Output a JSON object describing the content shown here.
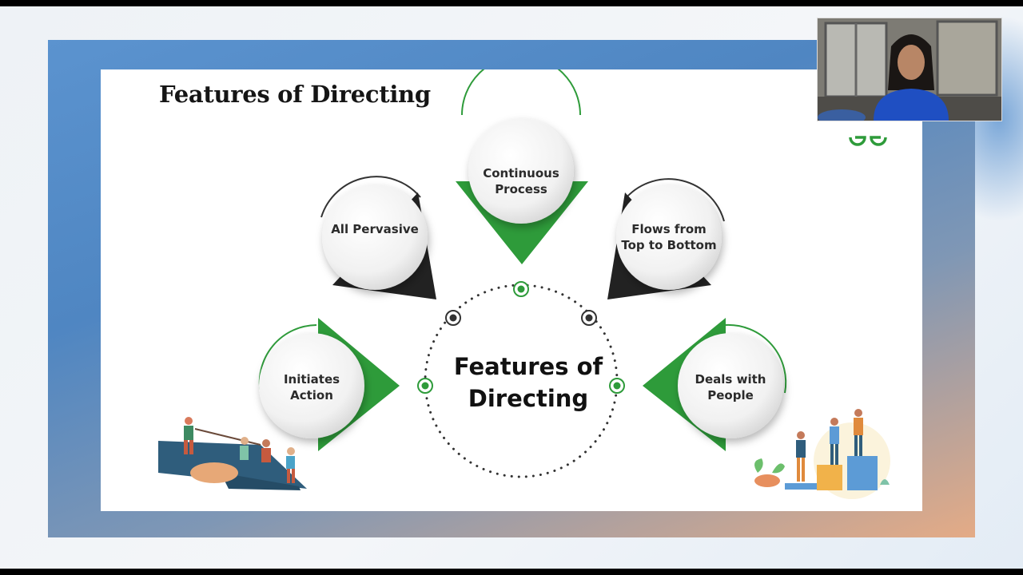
{
  "slide": {
    "title": "Features of Directing",
    "center_label": "Features of Directing",
    "features": [
      {
        "label": "All Pervasive"
      },
      {
        "label": "Continuous Process"
      },
      {
        "label": "Flows from Top to Bottom"
      },
      {
        "label": "Initiates Action"
      },
      {
        "label": "Deals with People"
      }
    ],
    "brand_logo_text": "GfG"
  },
  "webcam": {
    "participant_icon": "presenter-video-feed"
  },
  "colors": {
    "accent_green": "#2e9b3a",
    "dark_triangle": "#222222",
    "frame_blue": "#4f86c2",
    "frame_peach": "#e4ab86"
  }
}
